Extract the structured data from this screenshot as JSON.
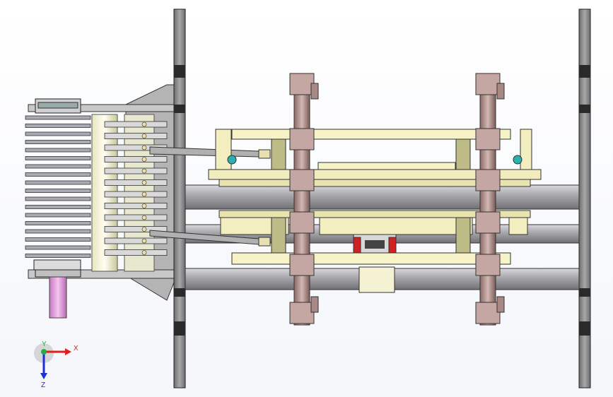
{
  "viewport": {
    "background": "#ffffff",
    "colors": {
      "frame_plate": "#8e8e8e",
      "frame_dark": "#3a3a3a",
      "rod": "#a9a9ad",
      "cream": "#f5f0c2",
      "olive": "#b0ae7a",
      "mauve": "#b89a96",
      "pink_shaft": "#e8a0e0",
      "red_block": "#d22020",
      "coil": "#9fa3a8"
    }
  },
  "triad": {
    "x_label": "X",
    "y_label": "Y",
    "z_label": "Z",
    "x_color": "#e02020",
    "y_color": "#20b040",
    "z_color": "#2030d0"
  }
}
